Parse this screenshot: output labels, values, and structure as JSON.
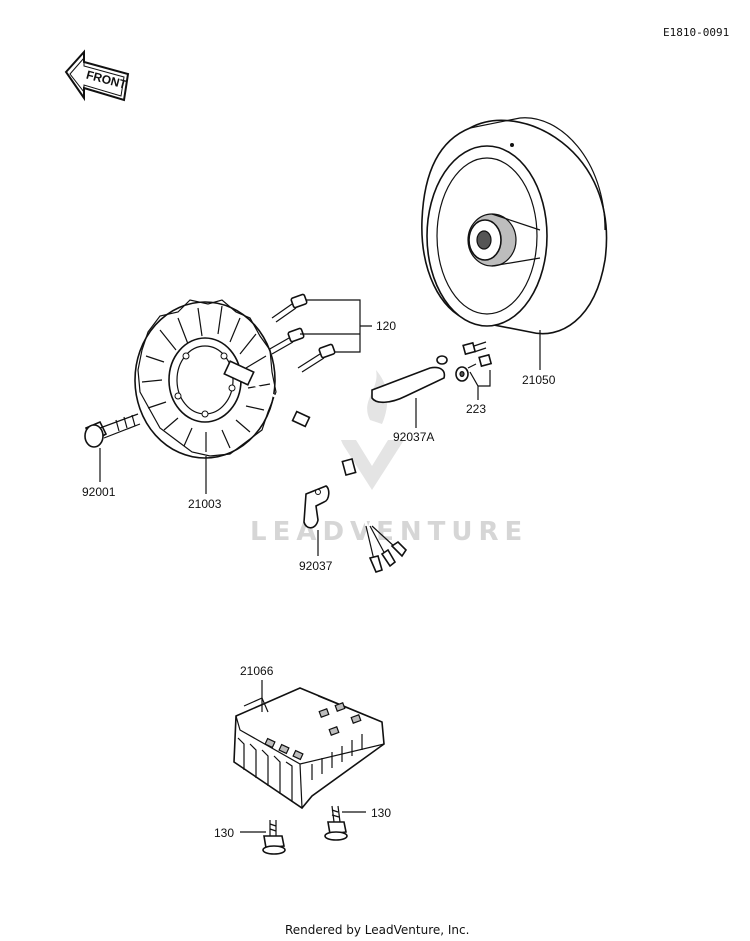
{
  "diagram_code": "E1810-0091",
  "front_arrow_label": "FRONT",
  "watermark": "LEADVENTURE",
  "footer": "Rendered by LeadVenture, Inc.",
  "parts": {
    "bolt_stator_set": "120",
    "flywheel_rotor": "21050",
    "bolt_nut_pair": "223",
    "plate_cover": "92037A",
    "crank_bolt": "92001",
    "stator": "21003",
    "wire_clamp": "92037",
    "regulator": "21066",
    "regulator_bolt_right": "130",
    "regulator_bolt_left": "130"
  }
}
